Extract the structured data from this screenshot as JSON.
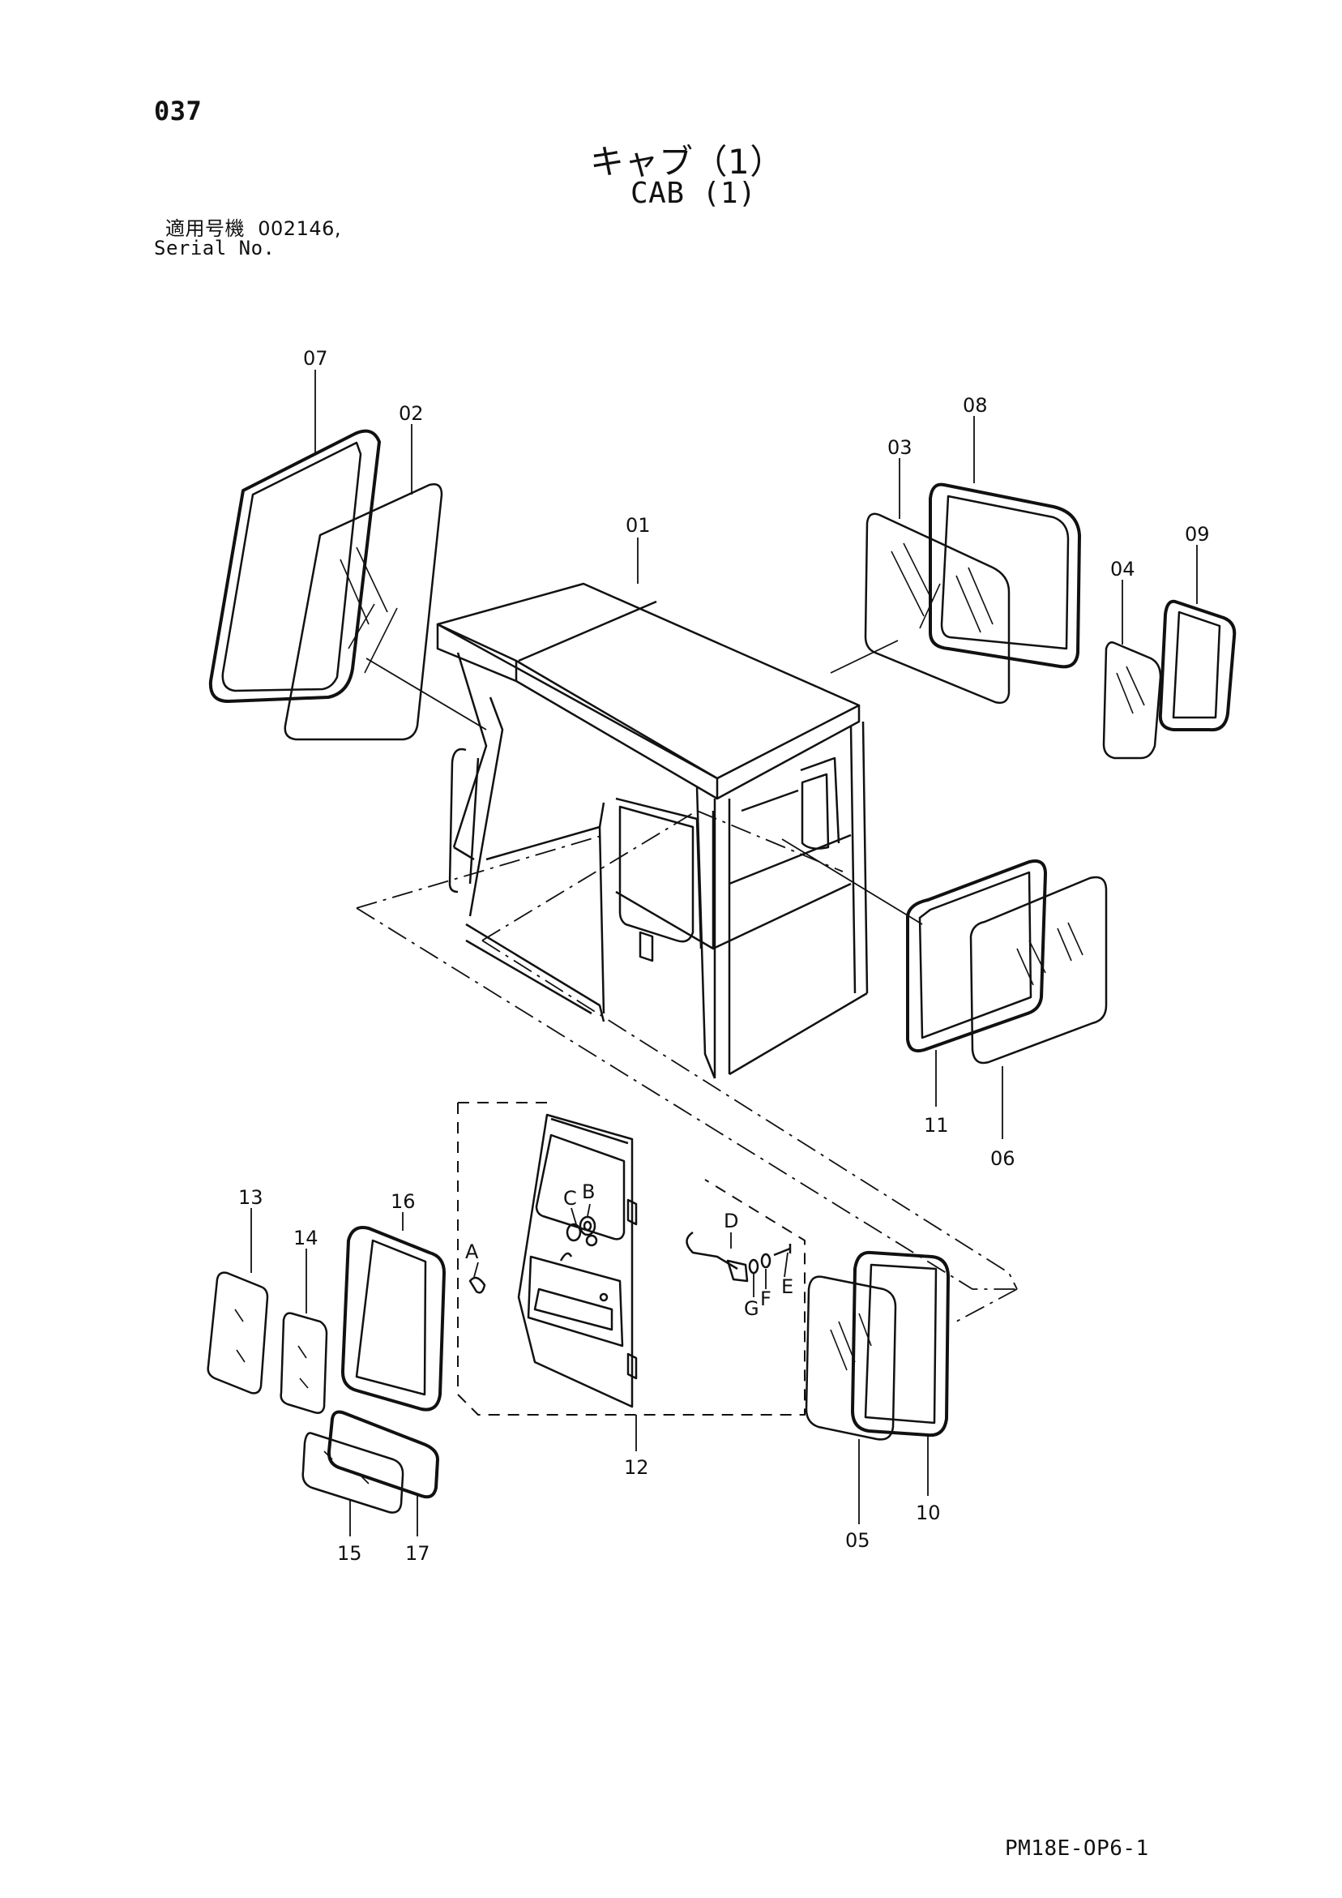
{
  "header": {
    "page_number": "037",
    "title_jp": "キャブ（1）",
    "title_en": "CAB (1)",
    "serial_label_jp": "適用号機  002146,",
    "serial_label_en": "Serial No."
  },
  "footer": {
    "doc_code": "PM18E-OP6-1"
  },
  "callouts": {
    "c01": "01",
    "c02": "02",
    "c03": "03",
    "c04": "04",
    "c05": "05",
    "c06": "06",
    "c07": "07",
    "c08": "08",
    "c09": "09",
    "c10": "10",
    "c11": "11",
    "c12": "12",
    "c13": "13",
    "c14": "14",
    "c15": "15",
    "c16": "16",
    "c17": "17",
    "cA": "A",
    "cB": "B",
    "cC": "C",
    "cD": "D",
    "cE": "E",
    "cF": "F",
    "cG": "G"
  }
}
